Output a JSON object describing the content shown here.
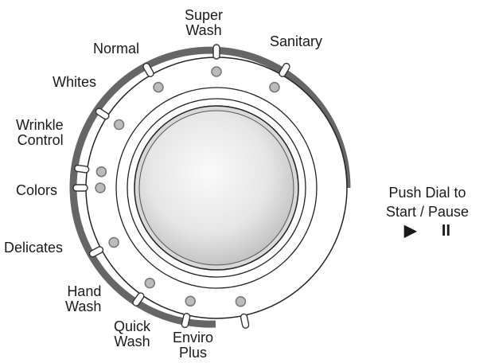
{
  "dial": {
    "cycles": [
      {
        "id": "sanitary",
        "lines": [
          "Sanitary"
        ]
      },
      {
        "id": "super-wash",
        "lines": [
          "Super",
          "Wash"
        ]
      },
      {
        "id": "normal",
        "lines": [
          "Normal"
        ]
      },
      {
        "id": "whites",
        "lines": [
          "Whites"
        ]
      },
      {
        "id": "wrinkle-control",
        "lines": [
          "Wrinkle",
          "Control"
        ]
      },
      {
        "id": "colors",
        "lines": [
          "Colors"
        ]
      },
      {
        "id": "delicates",
        "lines": [
          "Delicates"
        ]
      },
      {
        "id": "hand-wash",
        "lines": [
          "Hand",
          "Wash"
        ]
      },
      {
        "id": "quick-wash",
        "lines": [
          "Quick",
          "Wash"
        ]
      },
      {
        "id": "enviro-plus",
        "lines": [
          "Enviro",
          "Plus"
        ]
      }
    ]
  },
  "push": {
    "line1": "Push Dial to",
    "line2": "Start / Pause",
    "play_icon": "play-icon",
    "pause_icon": "pause-icon",
    "play_glyph": "▶",
    "pause_glyph": "II"
  },
  "colors": {
    "ring": "#666666",
    "ring_inner": "#333333",
    "dot_fill": "#bbbbbb",
    "dot_stroke": "#777777",
    "knob_light": "#f4f4f4",
    "knob_dark": "#bdbdbd"
  }
}
